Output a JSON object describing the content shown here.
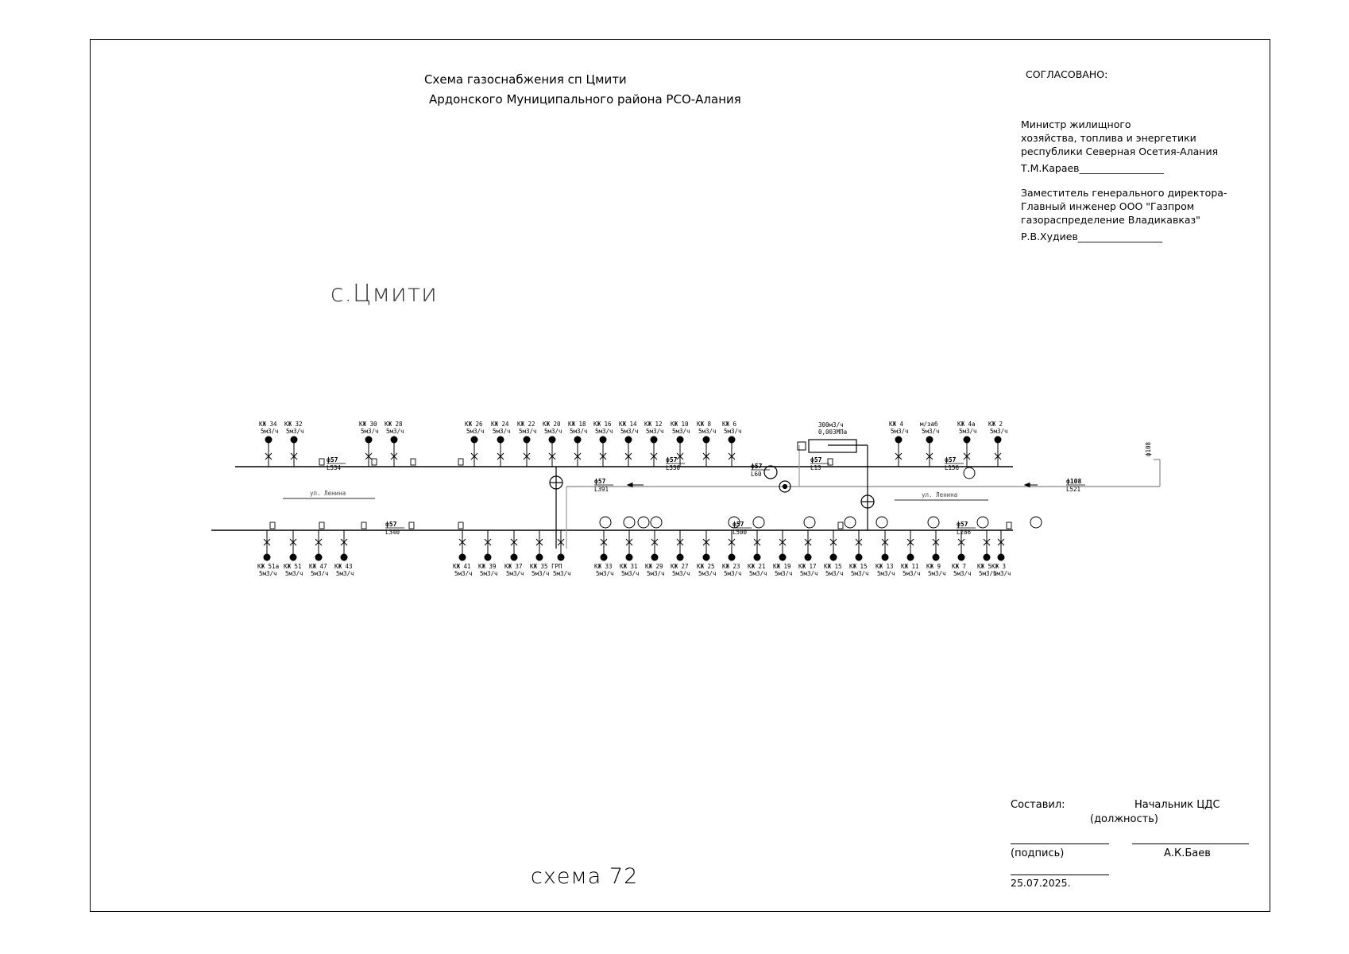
{
  "title": {
    "line1": "Схема газоснабжения сп Цмити",
    "line2": "Ардонского Муниципального района РСО-Алания"
  },
  "agreement": {
    "heading": "СОГЛАСОВАНО:",
    "minister_lines": [
      "Министр  жилищного",
      "хозяйства, топлива и энергетики",
      "республики Северная Осетия-Алания"
    ],
    "minister_sign": "Т.М.Караев_________________",
    "deputy_lines": [
      "Заместитель генерального директора-",
      "Главный инженер  ООО \"Газпром",
      "газораспределение Владикавказ\""
    ],
    "deputy_sign": "Р.В.Худиев_________________"
  },
  "village_label": "с.Цмити",
  "scheme_label": "схема 72",
  "signature_block": {
    "compiled_label": "Составил:",
    "position": "Начальник ЦДС",
    "position_caption": "(должность)",
    "signature_caption": "(подпись)",
    "name": "А.К.Баев",
    "date": "25.07.2025."
  },
  "diagram": {
    "upper_labels": [
      "КЖ  34",
      "КЖ  32",
      "КЖ  30",
      "КЖ  28",
      "КЖ  26",
      "КЖ  24",
      "КЖ  22",
      "КЖ  20",
      "КЖ  18",
      "КЖ  16",
      "КЖ  14",
      "КЖ  12",
      "КЖ  10",
      "КЖ  8",
      "КЖ  6",
      "КЖ 4",
      "м/заб",
      "КЖ 4а",
      "КЖ 2"
    ],
    "lower_labels": [
      "КЖ  51а",
      "КЖ  51",
      "КЖ  47",
      "КЖ  43",
      "КЖ  41",
      "КЖ  39",
      "КЖ  37",
      "КЖ  35",
      "ГРП",
      "КЖ  33",
      "КЖ  31",
      "КЖ  29",
      "КЖ  27",
      "КЖ  25",
      "КЖ  23",
      "КЖ  21",
      "КЖ  19",
      "КЖ  17",
      "КЖ  15",
      "КЖ  15",
      "КЖ  13",
      "КЖ  11",
      "КЖ  9",
      "КЖ  7",
      "КЖ  5",
      "КЖ  3"
    ],
    "flow_label": "5м3/ч",
    "pipe_labels": [
      {
        "d": "ф57",
        "l": "L534"
      },
      {
        "d": "ф57",
        "l": "L330"
      },
      {
        "d": "ф57",
        "l": "L60"
      },
      {
        "d": "ф57",
        "l": "L13"
      },
      {
        "d": "ф57",
        "l": "L156"
      },
      {
        "d": "ф57",
        "l": "L391"
      },
      {
        "d": "ф108",
        "l": "L521"
      },
      {
        "d": "ф57",
        "l": "L340"
      },
      {
        "d": "ф57",
        "l": "L500"
      },
      {
        "d": "ф57",
        "l": "L286"
      }
    ],
    "street_upper": "ул. Ленина",
    "street_lower": "ул. Ленина",
    "station_flow": "300м3/ч",
    "station_pressure": "0,003МПа"
  }
}
